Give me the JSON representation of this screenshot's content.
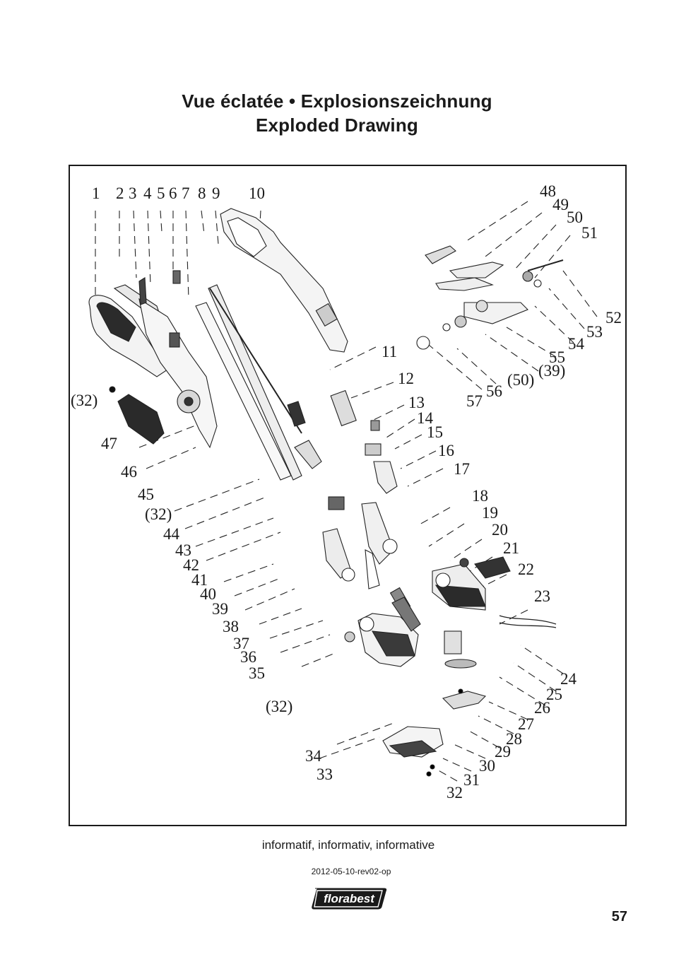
{
  "header": {
    "title_line1": "Vue éclatée • Explosionszeichnung",
    "title_line2": "Exploded Drawing"
  },
  "diagram": {
    "part_labels": [
      "1",
      "2",
      "3",
      "4",
      "5",
      "6",
      "7",
      "8",
      "9",
      "10",
      "11",
      "12",
      "13",
      "14",
      "15",
      "16",
      "17",
      "18",
      "19",
      "20",
      "21",
      "22",
      "23",
      "24",
      "25",
      "26",
      "27",
      "28",
      "29",
      "30",
      "31",
      "32",
      "33",
      "34",
      "35",
      "36",
      "37",
      "38",
      "39",
      "40",
      "41",
      "42",
      "43",
      "44",
      "45",
      "46",
      "47",
      "48",
      "49",
      "50",
      "51",
      "52",
      "53",
      "54",
      "55",
      "56",
      "57",
      "(32)",
      "(50)",
      "(39)"
    ]
  },
  "footer": {
    "note": "informatif, informativ, informative",
    "revision": "2012-05-10-rev02-op",
    "brand": "florabest",
    "page_number": "57"
  }
}
